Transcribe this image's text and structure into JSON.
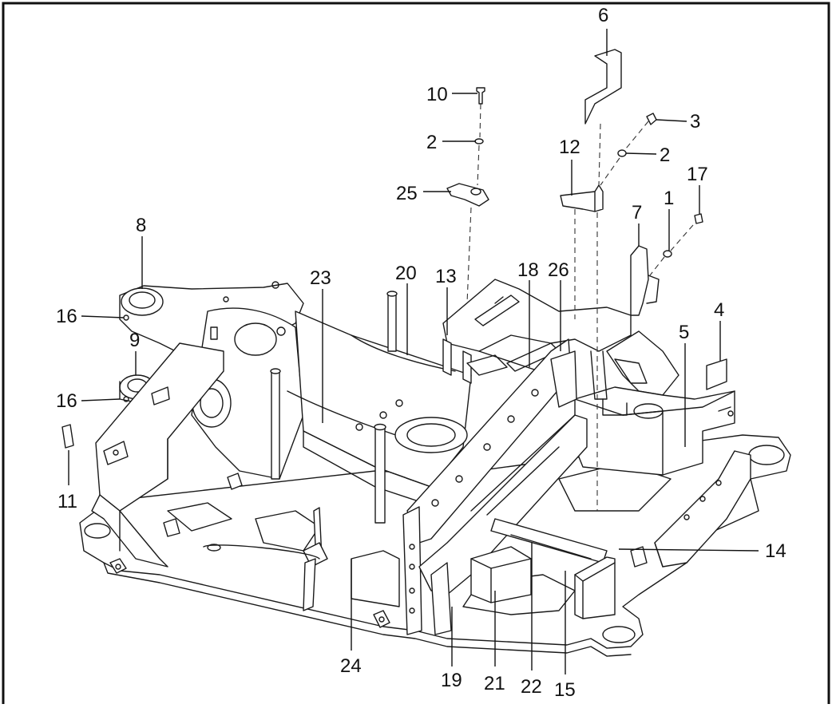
{
  "diagram": {
    "labels": [
      {
        "id": "l6",
        "text": "6"
      },
      {
        "id": "l10",
        "text": "10"
      },
      {
        "id": "l3",
        "text": "3"
      },
      {
        "id": "l2a",
        "text": "2"
      },
      {
        "id": "l2b",
        "text": "2"
      },
      {
        "id": "l12",
        "text": "12"
      },
      {
        "id": "l17",
        "text": "17"
      },
      {
        "id": "l25",
        "text": "25"
      },
      {
        "id": "l1",
        "text": "1"
      },
      {
        "id": "l7",
        "text": "7"
      },
      {
        "id": "l8",
        "text": "8"
      },
      {
        "id": "l23",
        "text": "23"
      },
      {
        "id": "l20",
        "text": "20"
      },
      {
        "id": "l13",
        "text": "13"
      },
      {
        "id": "l18",
        "text": "18"
      },
      {
        "id": "l26",
        "text": "26"
      },
      {
        "id": "l4",
        "text": "4"
      },
      {
        "id": "l16a",
        "text": "16"
      },
      {
        "id": "l5",
        "text": "5"
      },
      {
        "id": "l9",
        "text": "9"
      },
      {
        "id": "l16b",
        "text": "16"
      },
      {
        "id": "l11",
        "text": "11"
      },
      {
        "id": "l14",
        "text": "14"
      },
      {
        "id": "l24",
        "text": "24"
      },
      {
        "id": "l19",
        "text": "19"
      },
      {
        "id": "l21",
        "text": "21"
      },
      {
        "id": "l22",
        "text": "22"
      },
      {
        "id": "l15",
        "text": "15"
      }
    ]
  }
}
